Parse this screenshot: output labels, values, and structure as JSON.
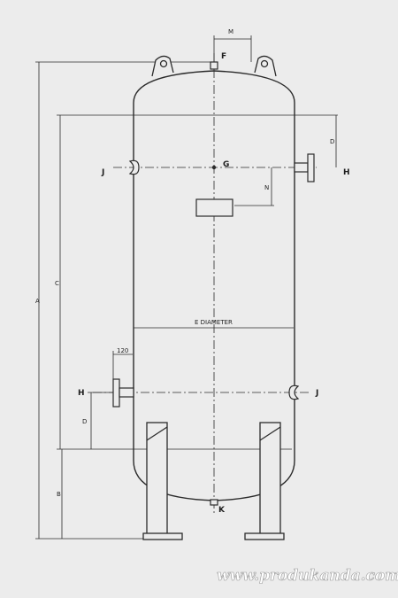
{
  "labels": {
    "A": "A",
    "B": "B",
    "C": "C",
    "D": "D",
    "E_diameter": "E DIAMETER",
    "F": "F",
    "G": "G",
    "H": "H",
    "J": "J",
    "K": "K",
    "M": "M",
    "N": "N",
    "dim_120": "120"
  },
  "watermark": "www.produkanda.com",
  "colors": {
    "background": "#ececec",
    "line": "#2b2b2b",
    "watermark_fill": "#ffffff"
  }
}
